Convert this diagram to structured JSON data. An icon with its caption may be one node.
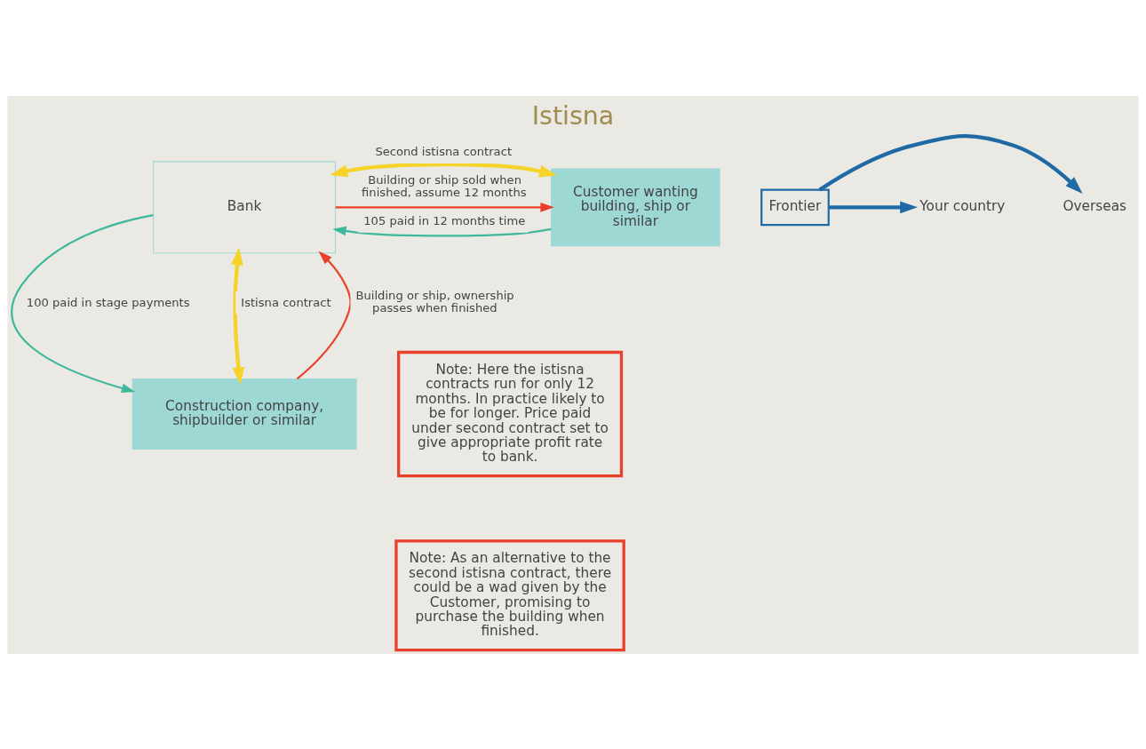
{
  "diagram": {
    "title": "Istisna",
    "nodes": [
      {
        "text": [
          "Bank"
        ]
      },
      {
        "text": [
          "Customer wanting building, ship or similar"
        ]
      },
      {
        "text": [
          "Construction company, shipbuilder or similar"
        ]
      },
      {
        "text": [
          "Frontier"
        ]
      },
      {
        "text": [
          "Overseas"
        ]
      },
      {
        "text": [
          "Your country"
        ]
      },
      {
        "text": [
          "Note: Here the istisna contracts run for only 12 months. In practice likely to be for longer. Price paid under second contract set to give appropriate profit rate to bank."
        ]
      },
      {
        "text": [
          "Note: As an alternative to the second istisna contract, there could be a wad given by the Customer, promising to purchase the building when finished."
        ]
      }
    ],
    "edges": [
      {
        "from": 3,
        "to": 4,
        "arrow": "to",
        "style": "thick",
        "color": "#1f6aa5"
      },
      {
        "from": 3,
        "to": 5,
        "arrow": "to",
        "style": "thick",
        "color": "#1f6aa5"
      },
      {
        "from": 0,
        "to": 1,
        "arrow": "to",
        "label": "Building or ship sold when finished, assume 12 months",
        "color": "#e8402a"
      },
      {
        "from": 1,
        "to": 0,
        "arrow": "to",
        "label": "105 paid in 12 months time",
        "color": "#3db89a"
      },
      {
        "from": 0,
        "to": 1,
        "arrow": "both",
        "label": "Second istisna contract",
        "style": "thick",
        "color": "#f5d328"
      },
      {
        "from": 2,
        "to": 0,
        "arrow": "to",
        "label": "Building or ship, ownership passes when finished",
        "color": "#e8402a"
      },
      {
        "from": 0,
        "to": 2,
        "arrow": "to",
        "label": "100 paid in stage payments",
        "color": "#3db89a"
      },
      {
        "from": 0,
        "to": 2,
        "arrow": "both",
        "label": "Istisna contract",
        "style": "thick",
        "color": "#f5d328"
      }
    ]
  }
}
